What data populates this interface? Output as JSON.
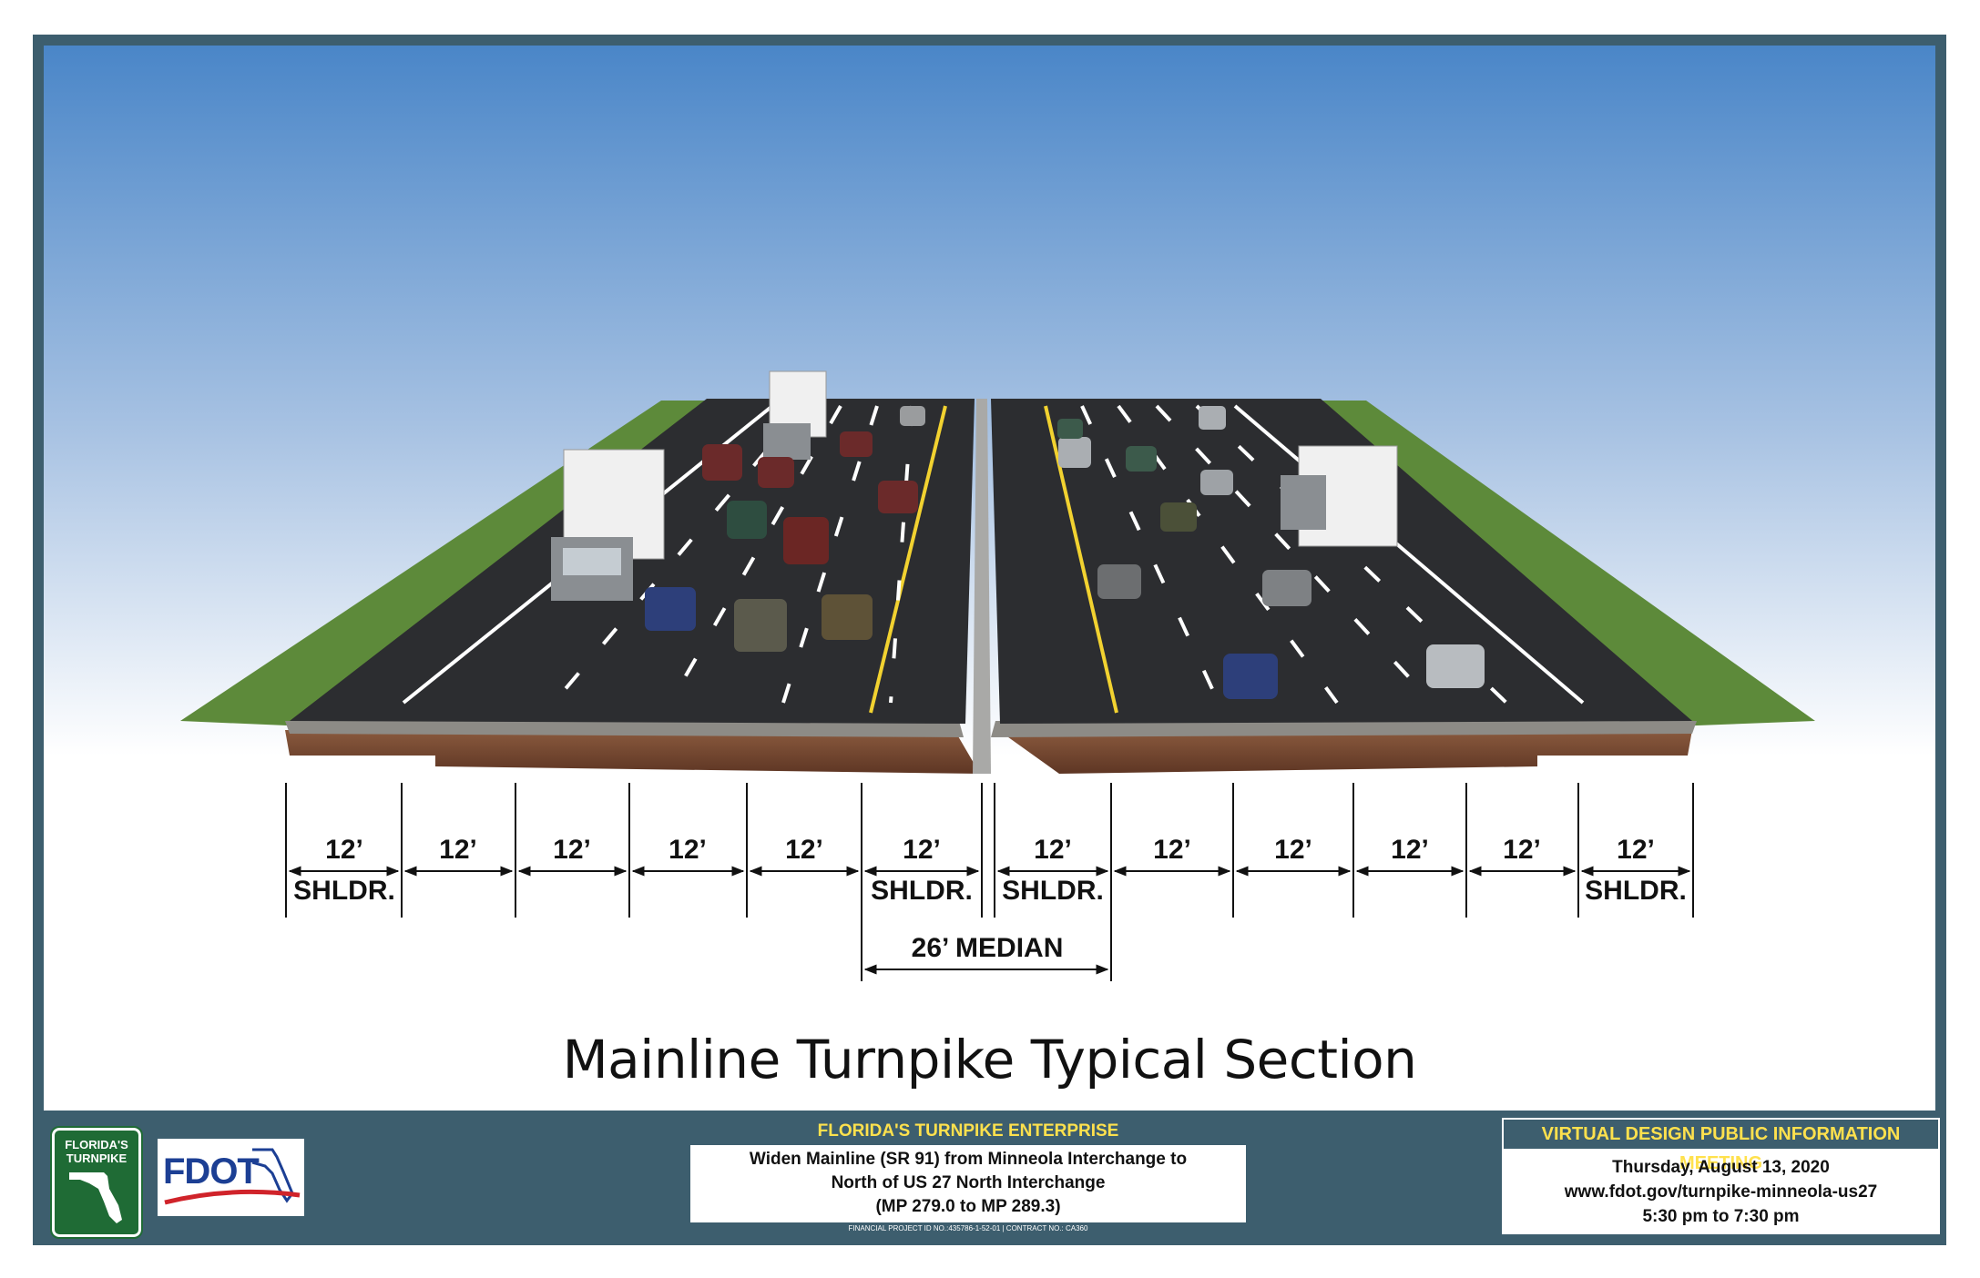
{
  "diagram": {
    "title": "Mainline Turnpike Typical Section",
    "dimensions": [
      {
        "value": "12’",
        "sub": "SHLDR."
      },
      {
        "value": "12’",
        "sub": ""
      },
      {
        "value": "12’",
        "sub": ""
      },
      {
        "value": "12’",
        "sub": ""
      },
      {
        "value": "12’",
        "sub": ""
      },
      {
        "value": "12’",
        "sub": "SHLDR."
      },
      {
        "value": "12’",
        "sub": "SHLDR."
      },
      {
        "value": "12’",
        "sub": ""
      },
      {
        "value": "12’",
        "sub": ""
      },
      {
        "value": "12’",
        "sub": ""
      },
      {
        "value": "12’",
        "sub": ""
      },
      {
        "value": "12’",
        "sub": "SHLDR."
      }
    ],
    "median_label": "26’ MEDIAN"
  },
  "footer": {
    "logo_turnpike_text": "FLORIDA'S TURNPIKE",
    "logo_fdot_text": "FDOT",
    "enterprise_title": "FLORIDA'S TURNPIKE ENTERPRISE",
    "project_line1": "Widen Mainline (SR 91) from Minneola Interchange to",
    "project_line2": "North of US 27 North Interchange",
    "project_line3": "(MP 279.0 to MP 289.3)",
    "project_ids": "FINANCIAL PROJECT ID NO.:435786-1-52-01 | CONTRACT NO.: CA360",
    "meeting_title": "VIRTUAL DESIGN PUBLIC INFORMATION MEETING",
    "meeting_date": "Thursday, August 13, 2020",
    "meeting_url": "www.fdot.gov/turnpike-minneola-us27",
    "meeting_time": "5:30 pm to 7:30 pm"
  },
  "colors": {
    "frame": "#3d5e6e",
    "header_text": "#ffe14d",
    "sky_top": "#4a86c8",
    "asphalt": "#2c2d30",
    "grass": "#5d8a3a",
    "soil": "#7a4a32",
    "median_yellow": "#f2d230",
    "fdot_blue": "#1c3f94",
    "turnpike_green": "#1f6b35"
  }
}
